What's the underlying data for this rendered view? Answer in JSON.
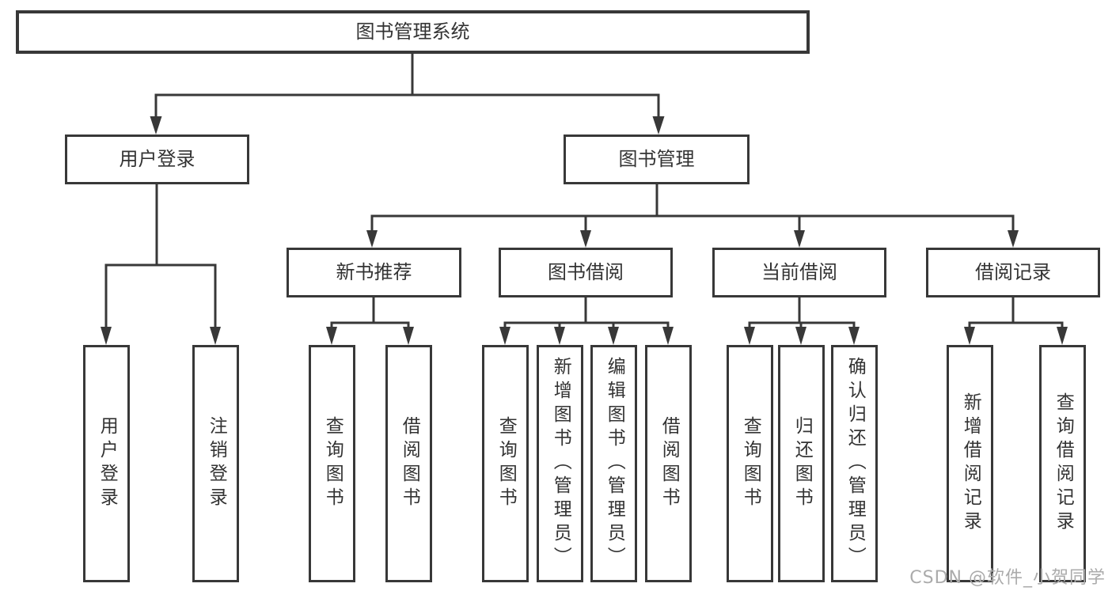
{
  "diagram": {
    "root": {
      "label": "图书管理系统"
    },
    "branches": [
      {
        "label": "用户登录",
        "children": [
          {
            "label": "用户登录"
          },
          {
            "label": "注销登录"
          }
        ]
      },
      {
        "label": "图书管理",
        "children": [
          {
            "label": "新书推荐",
            "children": [
              {
                "label": "查询图书"
              },
              {
                "label": "借阅图书"
              }
            ]
          },
          {
            "label": "图书借阅",
            "children": [
              {
                "label": "查询图书"
              },
              {
                "label": "新增图书（管理员）"
              },
              {
                "label": "编辑图书（管理员）"
              },
              {
                "label": "借阅图书"
              }
            ]
          },
          {
            "label": "当前借阅",
            "children": [
              {
                "label": "查询图书"
              },
              {
                "label": "归还图书"
              },
              {
                "label": "确认归还（管理员）"
              }
            ]
          },
          {
            "label": "借阅记录",
            "children": [
              {
                "label": "新增借阅记录"
              },
              {
                "label": "查询借阅记录"
              }
            ]
          }
        ]
      }
    ]
  },
  "watermark": {
    "text": "CSDN @软件_小贺同学"
  },
  "colors": {
    "line": "#383838",
    "text": "#333333",
    "background": "#ffffff",
    "watermark": "#ababab"
  }
}
